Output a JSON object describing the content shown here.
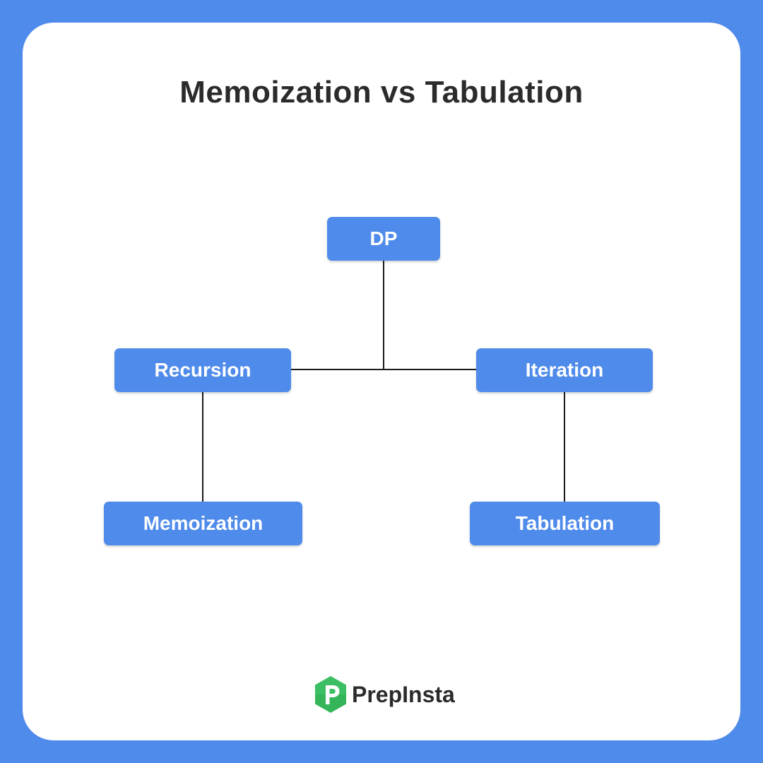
{
  "title": "Memoization vs Tabulation",
  "nodes": {
    "dp": "DP",
    "recursion": "Recursion",
    "iteration": "Iteration",
    "memoization": "Memoization",
    "tabulation": "Tabulation"
  },
  "edges": [
    [
      "DP",
      "Recursion"
    ],
    [
      "DP",
      "Iteration"
    ],
    [
      "Recursion",
      "Memoization"
    ],
    [
      "Iteration",
      "Tabulation"
    ]
  ],
  "brand": {
    "name": "PrepInsta",
    "icon": "prepinsta-logo-icon"
  },
  "colors": {
    "accent": "#4f8bea",
    "node_text": "#ffffff",
    "title_text": "#2b2b2b",
    "logo_green": "#34b55a"
  }
}
